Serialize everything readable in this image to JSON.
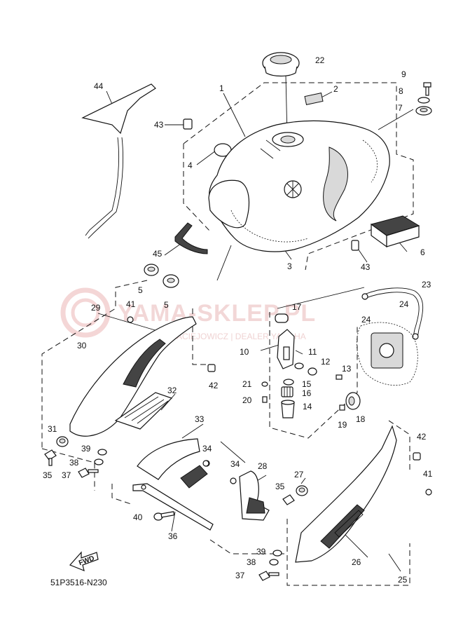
{
  "diagram_code": "51P3516-N230",
  "fwd_label": "FWD",
  "watermark": {
    "brand": "YAMA-SKLEP.PL",
    "tagline": "MACIEJOWICZ | DEALER YAMAHA"
  },
  "callouts": [
    {
      "id": "c1",
      "label": "1"
    },
    {
      "id": "c2",
      "label": "2"
    },
    {
      "id": "c3",
      "label": "3"
    },
    {
      "id": "c4",
      "label": "4"
    },
    {
      "id": "c5a",
      "label": "5"
    },
    {
      "id": "c5b",
      "label": "5"
    },
    {
      "id": "c6",
      "label": "6"
    },
    {
      "id": "c7",
      "label": "7"
    },
    {
      "id": "c8",
      "label": "8"
    },
    {
      "id": "c9",
      "label": "9"
    },
    {
      "id": "c10",
      "label": "10"
    },
    {
      "id": "c11",
      "label": "11"
    },
    {
      "id": "c12",
      "label": "12"
    },
    {
      "id": "c13",
      "label": "13"
    },
    {
      "id": "c14",
      "label": "14"
    },
    {
      "id": "c15",
      "label": "15"
    },
    {
      "id": "c16",
      "label": "16"
    },
    {
      "id": "c17",
      "label": "17"
    },
    {
      "id": "c18",
      "label": "18"
    },
    {
      "id": "c19",
      "label": "19"
    },
    {
      "id": "c20",
      "label": "20"
    },
    {
      "id": "c21",
      "label": "21"
    },
    {
      "id": "c22",
      "label": "22"
    },
    {
      "id": "c23",
      "label": "23"
    },
    {
      "id": "c24a",
      "label": "24"
    },
    {
      "id": "c24b",
      "label": "24"
    },
    {
      "id": "c25",
      "label": "25"
    },
    {
      "id": "c26",
      "label": "26"
    },
    {
      "id": "c27",
      "label": "27"
    },
    {
      "id": "c28",
      "label": "28"
    },
    {
      "id": "c29",
      "label": "29"
    },
    {
      "id": "c30",
      "label": "30"
    },
    {
      "id": "c31",
      "label": "31"
    },
    {
      "id": "c32",
      "label": "32"
    },
    {
      "id": "c33",
      "label": "33"
    },
    {
      "id": "c34a",
      "label": "34"
    },
    {
      "id": "c34b",
      "label": "34"
    },
    {
      "id": "c35a",
      "label": "35"
    },
    {
      "id": "c35b",
      "label": "35"
    },
    {
      "id": "c36",
      "label": "36"
    },
    {
      "id": "c37a",
      "label": "37"
    },
    {
      "id": "c37b",
      "label": "37"
    },
    {
      "id": "c38a",
      "label": "38"
    },
    {
      "id": "c38b",
      "label": "38"
    },
    {
      "id": "c39a",
      "label": "39"
    },
    {
      "id": "c39b",
      "label": "39"
    },
    {
      "id": "c40",
      "label": "40"
    },
    {
      "id": "c41a",
      "label": "41"
    },
    {
      "id": "c41b",
      "label": "41"
    },
    {
      "id": "c42a",
      "label": "42"
    },
    {
      "id": "c42b",
      "label": "42"
    },
    {
      "id": "c43a",
      "label": "43"
    },
    {
      "id": "c43b",
      "label": "43"
    },
    {
      "id": "c44",
      "label": "44"
    },
    {
      "id": "c45",
      "label": "45"
    }
  ]
}
